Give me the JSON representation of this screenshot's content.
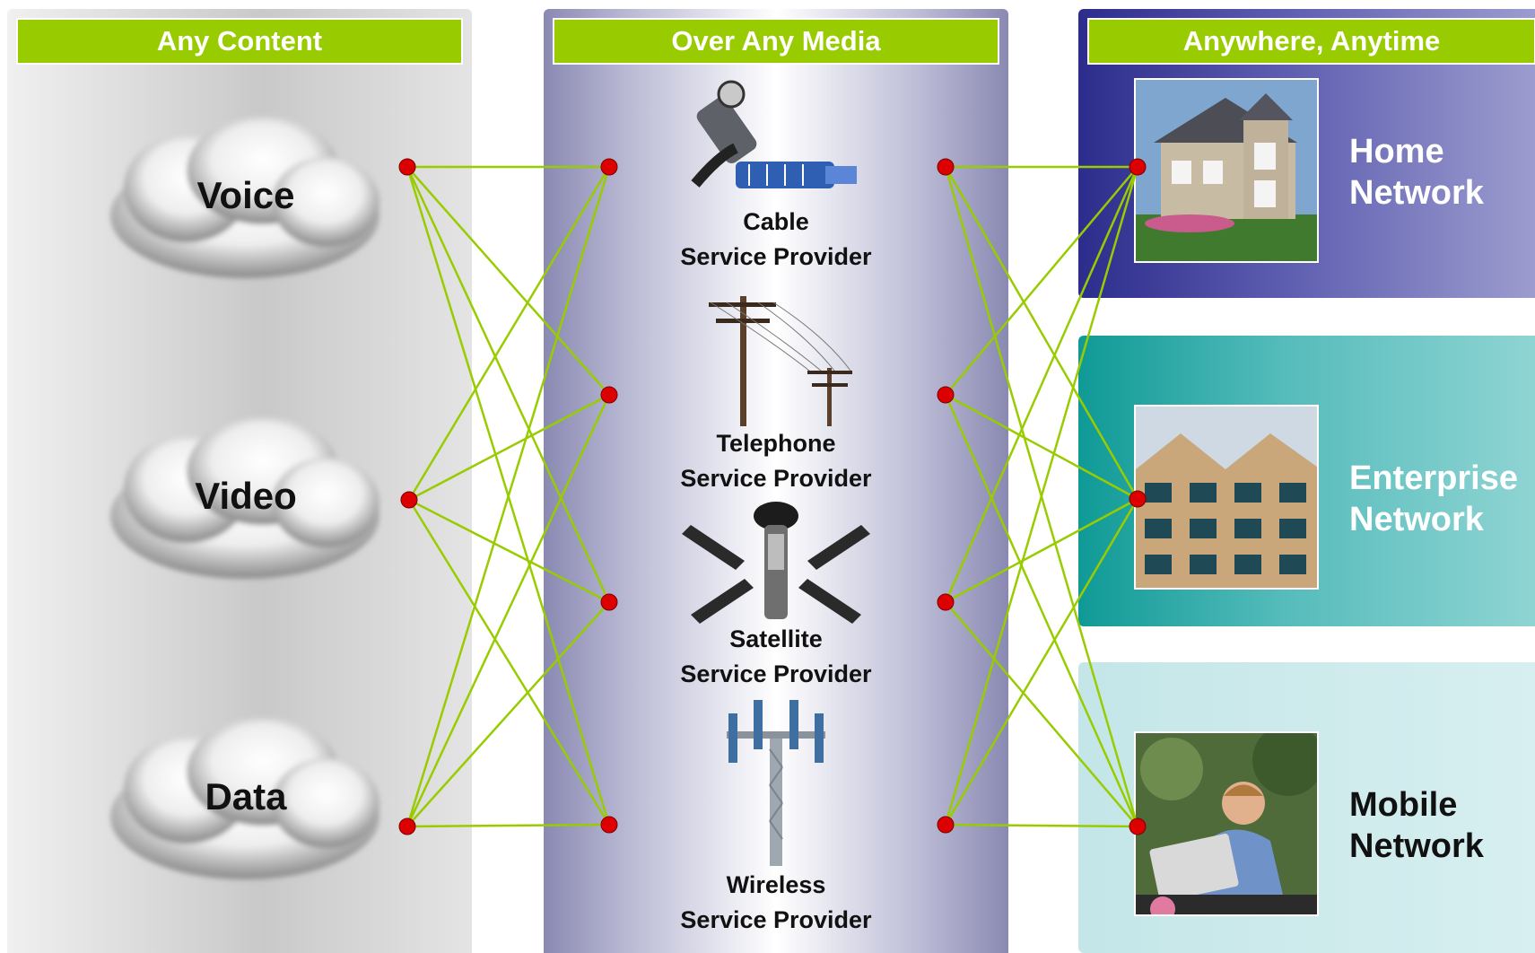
{
  "headers": {
    "content": "Any Content",
    "media": "Over Any Media",
    "location": "Anywhere, Anytime"
  },
  "content_types": [
    "Voice",
    "Video",
    "Data"
  ],
  "providers": [
    {
      "line1": "Cable",
      "line2": "Service Provider"
    },
    {
      "line1": "Telephone",
      "line2": "Service Provider"
    },
    {
      "line1": "Satellite",
      "line2": "Service Provider"
    },
    {
      "line1": "Wireless",
      "line2": "Service Provider"
    }
  ],
  "networks": [
    {
      "line1": "Home",
      "line2": "Network"
    },
    {
      "line1": "Enterprise",
      "line2": "Network"
    },
    {
      "line1": "Mobile",
      "line2": "Network"
    }
  ],
  "icons": {
    "providers": [
      "cable-connector-icon",
      "telephone-pole-icon",
      "satellite-icon",
      "cell-tower-icon"
    ],
    "networks": [
      "house-photo",
      "office-building-photo",
      "mobile-worker-photo"
    ]
  },
  "colors": {
    "header": "#99cc00",
    "link": "#99cc00",
    "node": "#dd0000",
    "home_panel": "#2c2c8c",
    "enterprise_panel": "#0f9a96",
    "mobile_panel": "#c4e6e8"
  }
}
